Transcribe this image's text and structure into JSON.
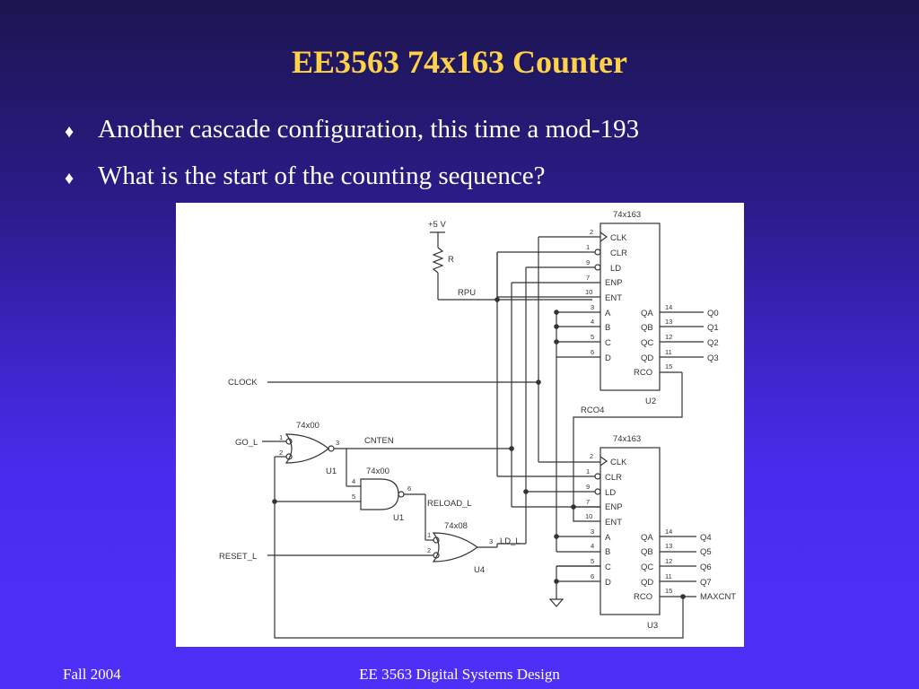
{
  "slide": {
    "title": "EE3563 74x163 Counter",
    "bullets": [
      "Another cascade configuration, this time a mod-193",
      "What is the start of the counting sequence?"
    ],
    "footer_left": "Fall 2004",
    "footer_center": "EE 3563 Digital Systems Design"
  },
  "colors": {
    "title": "#ffd24a",
    "text": "#ffffff",
    "background_top": "#1c1550",
    "background_bottom": "#4e2ff8"
  },
  "bullet_icon": "diamond-icon",
  "schematic": {
    "supply_label": "+5 V",
    "resistor_label": "R",
    "rpu_label": "RPU",
    "clock_label": "CLOCK",
    "go_label": "GO_L",
    "reset_label": "RESET_L",
    "cnten_label": "CNTEN",
    "reload_label": "RELOAD_L",
    "ld_label": "LD_L",
    "rco4_label": "RCO4",
    "maxcnt_label": "MAXCNT",
    "gate1": {
      "type": "74x00",
      "ref": "U1",
      "pin_in1": "1",
      "pin_in2": "2",
      "pin_out": "3"
    },
    "gate2": {
      "type": "74x00",
      "ref": "U1",
      "pin_in1": "4",
      "pin_in2": "5",
      "pin_out": "6"
    },
    "gate3": {
      "type": "74x08",
      "ref": "U4",
      "pin_in1": "1",
      "pin_in2": "2",
      "pin_out": "3"
    },
    "chips": [
      {
        "type": "74x163",
        "ref": "U2",
        "left_pins": [
          {
            "num": "2",
            "name": "CLK"
          },
          {
            "num": "1",
            "name": "CLR"
          },
          {
            "num": "9",
            "name": "LD"
          },
          {
            "num": "7",
            "name": "ENP"
          },
          {
            "num": "10",
            "name": "ENT"
          },
          {
            "num": "3",
            "name": "A"
          },
          {
            "num": "4",
            "name": "B"
          },
          {
            "num": "5",
            "name": "C"
          },
          {
            "num": "6",
            "name": "D"
          }
        ],
        "right_pins": [
          {
            "num": "14",
            "name": "QA",
            "net": "Q0"
          },
          {
            "num": "13",
            "name": "QB",
            "net": "Q1"
          },
          {
            "num": "12",
            "name": "QC",
            "net": "Q2"
          },
          {
            "num": "11",
            "name": "QD",
            "net": "Q3"
          },
          {
            "num": "15",
            "name": "RCO",
            "net": ""
          }
        ]
      },
      {
        "type": "74x163",
        "ref": "U3",
        "left_pins": [
          {
            "num": "2",
            "name": "CLK"
          },
          {
            "num": "1",
            "name": "CLR"
          },
          {
            "num": "9",
            "name": "LD"
          },
          {
            "num": "7",
            "name": "ENP"
          },
          {
            "num": "10",
            "name": "ENT"
          },
          {
            "num": "3",
            "name": "A"
          },
          {
            "num": "4",
            "name": "B"
          },
          {
            "num": "5",
            "name": "C"
          },
          {
            "num": "6",
            "name": "D"
          }
        ],
        "right_pins": [
          {
            "num": "14",
            "name": "QA",
            "net": "Q4"
          },
          {
            "num": "13",
            "name": "QB",
            "net": "Q5"
          },
          {
            "num": "12",
            "name": "QC",
            "net": "Q6"
          },
          {
            "num": "11",
            "name": "QD",
            "net": "Q7"
          },
          {
            "num": "15",
            "name": "RCO",
            "net": "MAXCNT"
          }
        ]
      }
    ]
  }
}
